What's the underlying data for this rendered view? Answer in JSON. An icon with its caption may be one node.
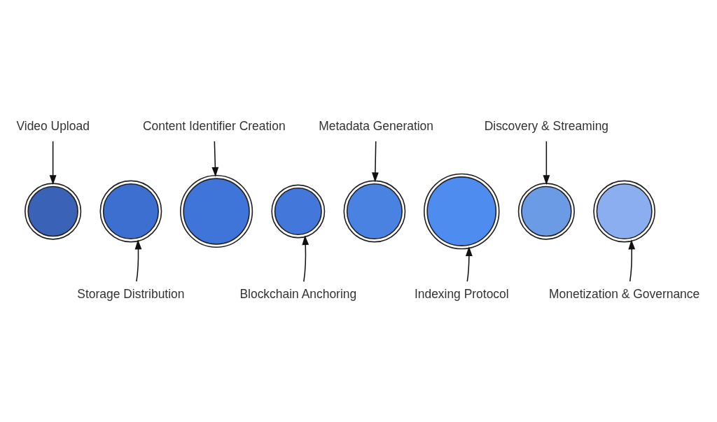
{
  "diagram": {
    "nodes": [
      {
        "text": [
          "Video Upload"
        ]
      },
      {
        "text": [
          "Storage Distribution"
        ]
      },
      {
        "text": [
          "Content Identifier Creation"
        ]
      },
      {
        "text": [
          "Blockchain Anchoring"
        ]
      },
      {
        "text": [
          "Metadata Generation"
        ]
      },
      {
        "text": [
          "Indexing Protocol"
        ]
      },
      {
        "text": [
          "Discovery & Streaming"
        ]
      },
      {
        "text": [
          "Monetization & Governance"
        ]
      },
      {
        "text": [],
        "shape": "gear"
      },
      {
        "text": [],
        "shape": "gear"
      },
      {
        "text": [],
        "shape": "gear"
      },
      {
        "text": [],
        "shape": "gear"
      },
      {
        "text": [],
        "shape": "gear"
      },
      {
        "text": [],
        "shape": "gear"
      },
      {
        "text": [],
        "shape": "gear"
      },
      {
        "text": [],
        "shape": "gear"
      }
    ],
    "edges": [
      {
        "from": 0,
        "to": 8,
        "arrow": "to"
      },
      {
        "from": 1,
        "to": 9,
        "arrow": "to"
      },
      {
        "from": 2,
        "to": 10,
        "arrow": "to"
      },
      {
        "from": 3,
        "to": 11,
        "arrow": "to"
      },
      {
        "from": 4,
        "to": 12,
        "arrow": "to"
      },
      {
        "from": 5,
        "to": 13,
        "arrow": "to"
      },
      {
        "from": 6,
        "to": 14,
        "arrow": "to"
      },
      {
        "from": 7,
        "to": 15,
        "arrow": "to"
      }
    ]
  }
}
